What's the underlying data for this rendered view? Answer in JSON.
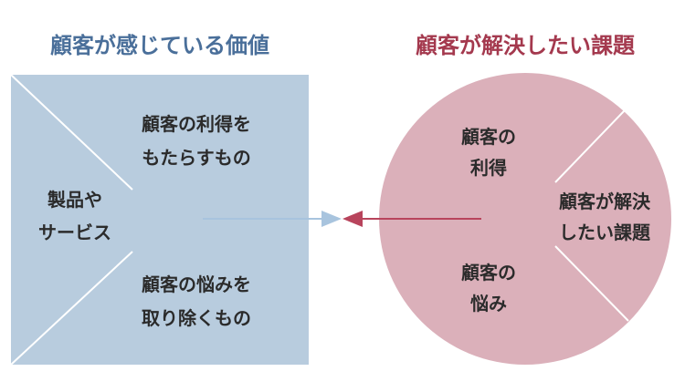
{
  "colors": {
    "value_side": "#b8ccde",
    "customer_side": "#dbb0ba",
    "value_title": "#4a6f9a",
    "customer_title": "#a4394e",
    "arrow_left": "#a8c4de",
    "arrow_right": "#b8445c",
    "divider": "#ffffff",
    "text": "#2b2b2b"
  },
  "value_map": {
    "title": "顧客が感じている価値",
    "products": [
      "製品や",
      "サービス"
    ],
    "gain_creators": [
      "顧客の利得を",
      "もたらすもの"
    ],
    "pain_relievers": [
      "顧客の悩みを",
      "取り除くもの"
    ]
  },
  "customer_profile": {
    "title": "顧客が解決したい課題",
    "gains": [
      "顧客の",
      "利得"
    ],
    "pains": [
      "顧客の",
      "悩み"
    ],
    "jobs": [
      "顧客が解決",
      "したい課題"
    ]
  }
}
